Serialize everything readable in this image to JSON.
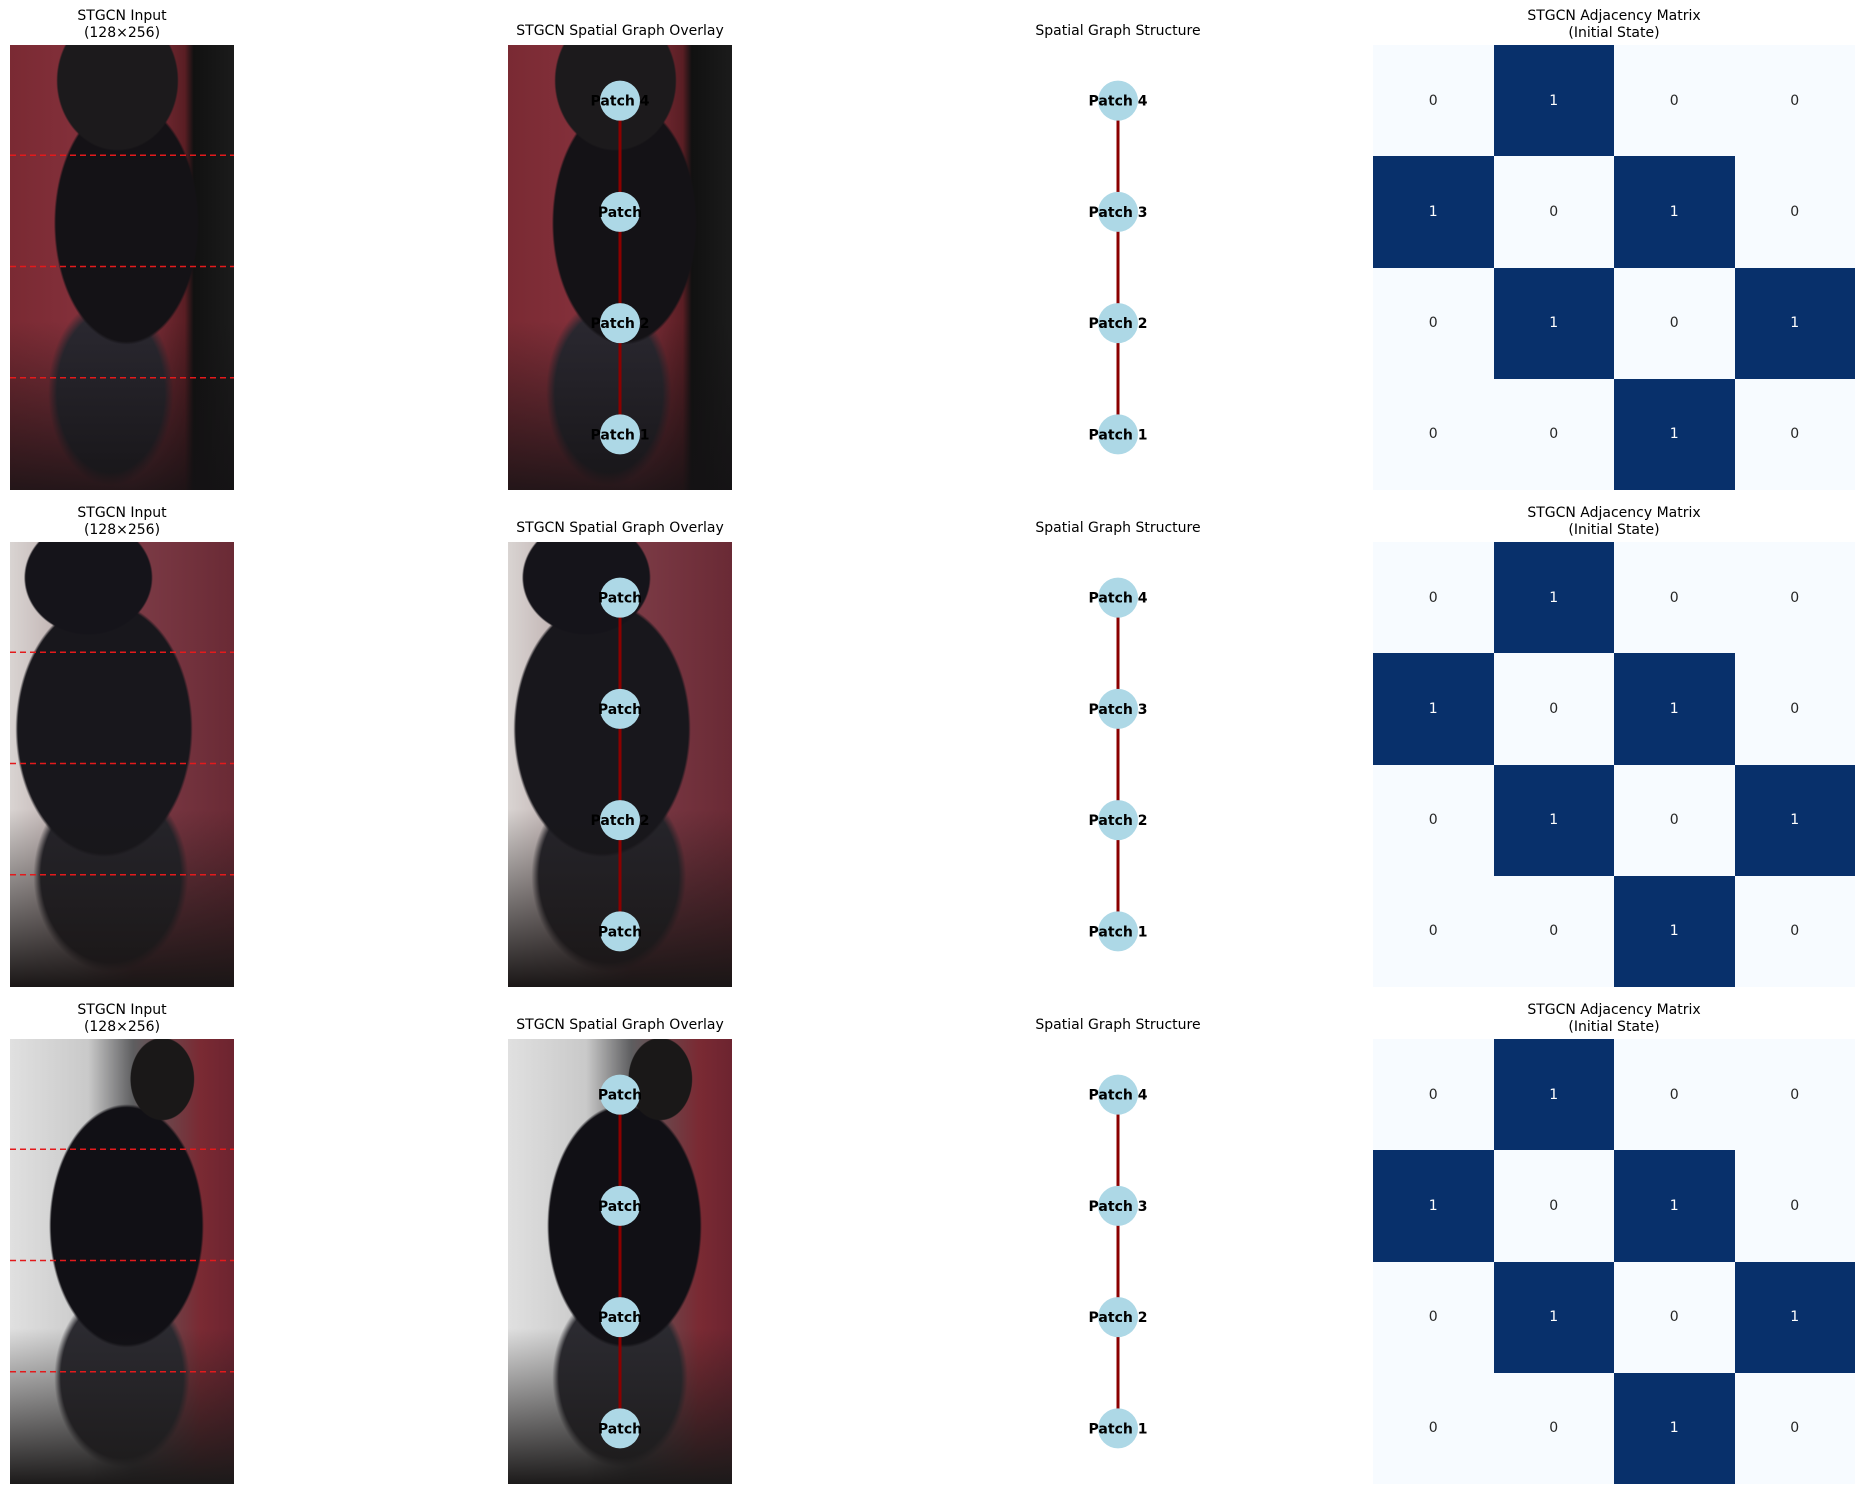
{
  "rows": [
    {
      "input_title": "STGCN Input",
      "input_subtitle": "(128×256)",
      "overlay_title": "STGCN Spatial Graph Overlay",
      "overlay_labels": [
        "Patch 4",
        "Patch",
        "Patch 2",
        "Patch 1"
      ],
      "graph_title": "Spatial Graph Structure",
      "graph_labels": [
        "Patch 4",
        "Patch 3",
        "Patch 2",
        "Patch 1"
      ],
      "matrix_title": "STGCN Adjacency Matrix",
      "matrix_subtitle": "(Initial State)",
      "matrix": [
        [
          0,
          1,
          0,
          0
        ],
        [
          1,
          0,
          1,
          0
        ],
        [
          0,
          1,
          0,
          1
        ],
        [
          0,
          0,
          1,
          0
        ]
      ]
    },
    {
      "input_title": "STGCN Input",
      "input_subtitle": "(128×256)",
      "overlay_title": "STGCN Spatial Graph Overlay",
      "overlay_labels": [
        "Patch",
        "Patch",
        "Patch 2",
        "Patch"
      ],
      "graph_title": "Spatial Graph Structure",
      "graph_labels": [
        "Patch 4",
        "Patch 3",
        "Patch 2",
        "Patch 1"
      ],
      "matrix_title": "STGCN Adjacency Matrix",
      "matrix_subtitle": "(Initial State)",
      "matrix": [
        [
          0,
          1,
          0,
          0
        ],
        [
          1,
          0,
          1,
          0
        ],
        [
          0,
          1,
          0,
          1
        ],
        [
          0,
          0,
          1,
          0
        ]
      ]
    },
    {
      "input_title": "STGCN Input",
      "input_subtitle": "(128×256)",
      "overlay_title": "STGCN Spatial Graph Overlay",
      "overlay_labels": [
        "Patch",
        "Patch",
        "Patch",
        "Patch"
      ],
      "graph_title": "Spatial Graph Structure",
      "graph_labels": [
        "Patch 4",
        "Patch 3",
        "Patch 2",
        "Patch 1"
      ],
      "matrix_title": "STGCN Adjacency Matrix",
      "matrix_subtitle": "(Initial State)",
      "matrix": [
        [
          0,
          1,
          0,
          0
        ],
        [
          1,
          0,
          1,
          0
        ],
        [
          0,
          1,
          0,
          1
        ],
        [
          0,
          0,
          1,
          0
        ]
      ]
    }
  ],
  "colors": {
    "node": "#add8e6",
    "edge": "#8b0000",
    "patch_divider": "#e31a1c",
    "matrix_one": "#08306b",
    "matrix_zero": "#f7fbff"
  }
}
